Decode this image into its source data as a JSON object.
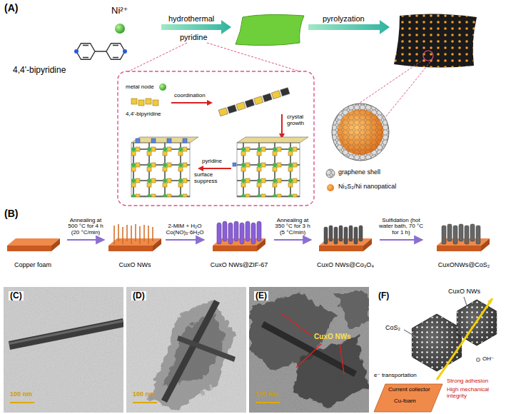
{
  "diagram": {
    "nodes": [
      {
        "text": [
          "Copper foam"
        ]
      },
      {
        "text": [
          "CuxO NWs"
        ]
      },
      {
        "text": [
          "CuxO NWs@ZIF-67"
        ]
      },
      {
        "text": [
          "CuxO NWs@Co₃O₄"
        ]
      },
      {
        "text": [
          "CuxONWs@CoS₂"
        ]
      }
    ],
    "edges": [
      {
        "from": 0,
        "to": 1,
        "arrow": "to",
        "label": "Annealing at 500 °C for 4 h (20 °C/min)"
      },
      {
        "from": 1,
        "to": 2,
        "arrow": "to",
        "label": "2-MIM + H₂O Co(NO)₃·6H₂O"
      },
      {
        "from": 2,
        "to": 3,
        "arrow": "to",
        "label": "Annealing at 350 °C for 3 h (5 °C/min)"
      },
      {
        "from": 3,
        "to": 4,
        "arrow": "to",
        "label": "Sulfidation (hot water bath, 70 °C for 1 h)"
      }
    ],
    "labels": [
      "(A)",
      "Ni²⁺",
      "4,4'-bipyridine",
      "hydrothermal",
      "pyridine",
      "pyrolyzation",
      "metal node",
      "coordination",
      "4,4'-bipyridine",
      "crystal growth",
      "pyridine",
      "surface suppress",
      "(B)",
      "(C)",
      "100 nm",
      "(D)",
      "100 nm",
      "(E)",
      "100 nm",
      "CuxO NWs",
      "(F)",
      "CoS₂",
      "CuxO NWs",
      "e⁻ transportation",
      "OH⁻",
      "Cu-foam",
      "Current collector",
      "Strong adhesion",
      "High mechanical integrity"
    ],
    "legend": [
      {
        "text": "graphene shell"
      },
      {
        "text": "Ni₃S₂/Ni nanopatical"
      }
    ]
  }
}
